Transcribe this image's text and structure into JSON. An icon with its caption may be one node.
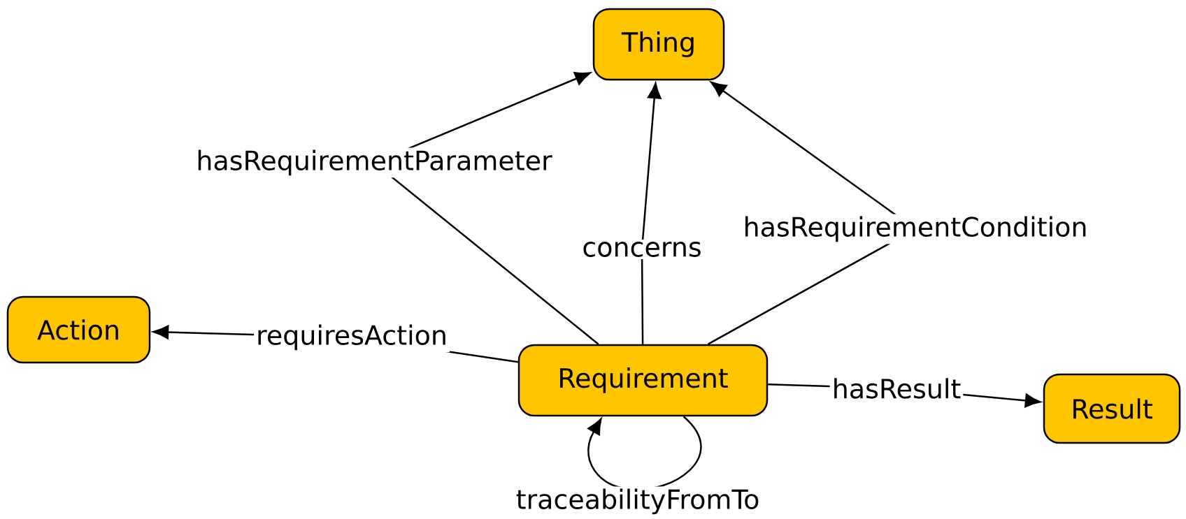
{
  "diagram": {
    "nodes": [
      {
        "text": [
          "Thing"
        ]
      },
      {
        "text": [
          "Action"
        ]
      },
      {
        "text": [
          "Requirement"
        ]
      },
      {
        "text": [
          "Result"
        ]
      }
    ],
    "edges": [
      {
        "from": 2,
        "to": 0,
        "arrow": "to",
        "label": "hasRequirementParameter"
      },
      {
        "from": 2,
        "to": 0,
        "arrow": "to",
        "label": "concerns"
      },
      {
        "from": 2,
        "to": 0,
        "arrow": "to",
        "label": "hasRequirementCondition"
      },
      {
        "from": 2,
        "to": 1,
        "arrow": "to",
        "label": "requiresAction"
      },
      {
        "from": 2,
        "to": 3,
        "arrow": "to",
        "label": "hasResult"
      },
      {
        "from": 2,
        "to": 2,
        "arrow": "to",
        "label": "traceabilityFromTo"
      }
    ]
  }
}
